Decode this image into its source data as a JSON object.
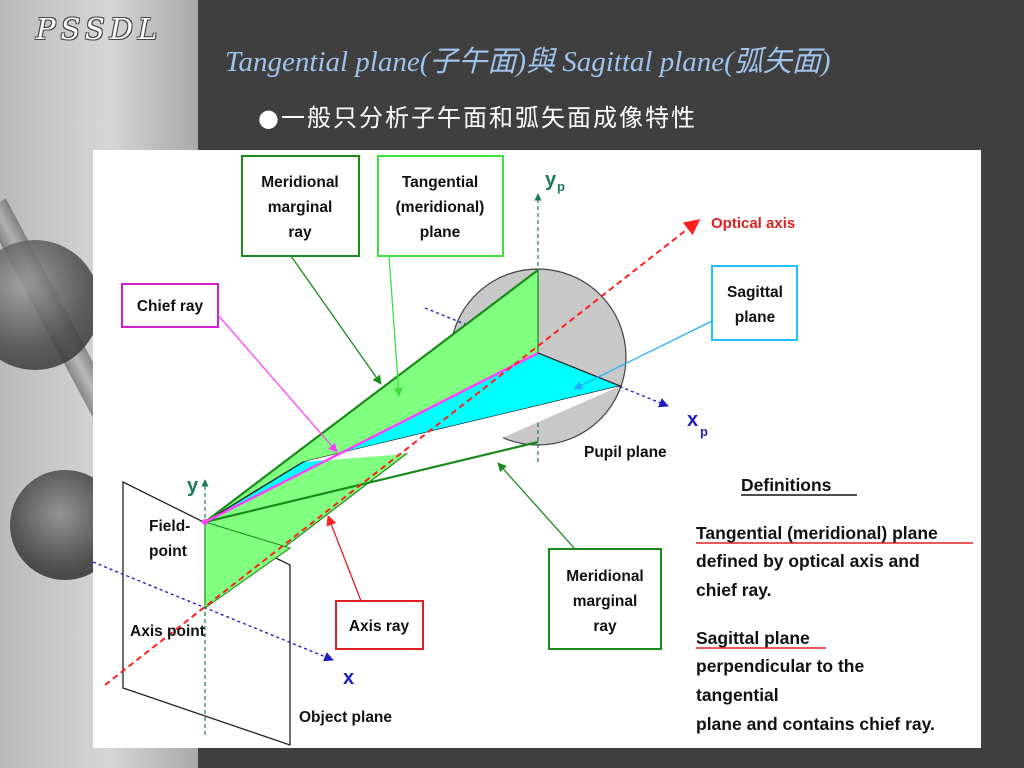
{
  "logo": {
    "text": "PSSDL"
  },
  "slide": {
    "title": "Tangential plane(子午面)與 Sagittal plane(弧矢面)",
    "bullet": "●一般只分析子午面和弧矢面成像特性"
  },
  "diagram": {
    "labels": {
      "meridional_top": [
        "Meridional",
        "marginal",
        "ray"
      ],
      "tangential_plane": [
        "Tangential",
        "(meridional)",
        "plane"
      ],
      "chief_ray": "Chief ray",
      "sagittal_plane": [
        "Sagittal",
        "plane"
      ],
      "optical_axis": "Optical axis",
      "pupil_plane": "Pupil plane",
      "field_point": [
        "Field-",
        "point"
      ],
      "axis_point": "Axis point",
      "axis_ray": "Axis ray",
      "meridional_bottom": [
        "Meridional",
        "marginal",
        "ray"
      ],
      "object_plane": "Object plane",
      "y_axis": "y",
      "x_axis": "x",
      "yp_axis": "y",
      "xp_axis": "x",
      "p_subscript": "p"
    },
    "definitions": {
      "heading": "Definitions",
      "tangential_term": "Tangential (meridional) plane",
      "tangential_text": [
        "defined by optical axis and",
        "chief ray."
      ],
      "sagittal_term": "Sagittal plane",
      "sagittal_text": [
        "perpendicular to the",
        "tangential",
        "plane and contains chief ray."
      ]
    },
    "colors": {
      "tangential_fill": "#80ff80",
      "sagittal_fill": "#00ffff",
      "optical_axis": "#ff2020",
      "axis_xy": "#1a7a50",
      "axis_blue": "#2020c0",
      "chief_ray": "#ff40ff",
      "label_dark_green": "#1a8a1a",
      "label_light_green": "#40e040",
      "label_magenta": "#d020d0",
      "label_cyan": "#20c0ff",
      "label_red": "#e02020"
    }
  }
}
